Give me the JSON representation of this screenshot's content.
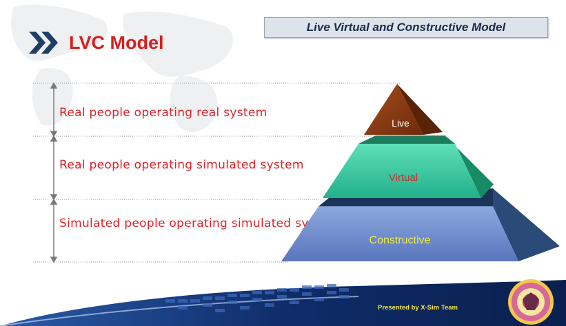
{
  "header": {
    "banner": "Live Virtual and Constructive  Model"
  },
  "title": {
    "text": "LVC Model",
    "color": "#d51f1f"
  },
  "rows": [
    {
      "label": "Real people operating real system",
      "tier": "Live",
      "tier_color": "#8a3a12"
    },
    {
      "label": "Real people operating simulated system",
      "tier": "Virtual",
      "tier_color": "#2fc39e"
    },
    {
      "label": "Simulated people operating simulated system",
      "tier": "Constructive",
      "tier_color": "#6a86c6"
    }
  ],
  "footer": {
    "presenter": "Presented  by X-Sim Team"
  },
  "colors": {
    "label_text": "#d8242a",
    "virtual_text": "#d12a2a",
    "constructive_text": "#f4ec3a",
    "live_text": "#ffffff"
  }
}
